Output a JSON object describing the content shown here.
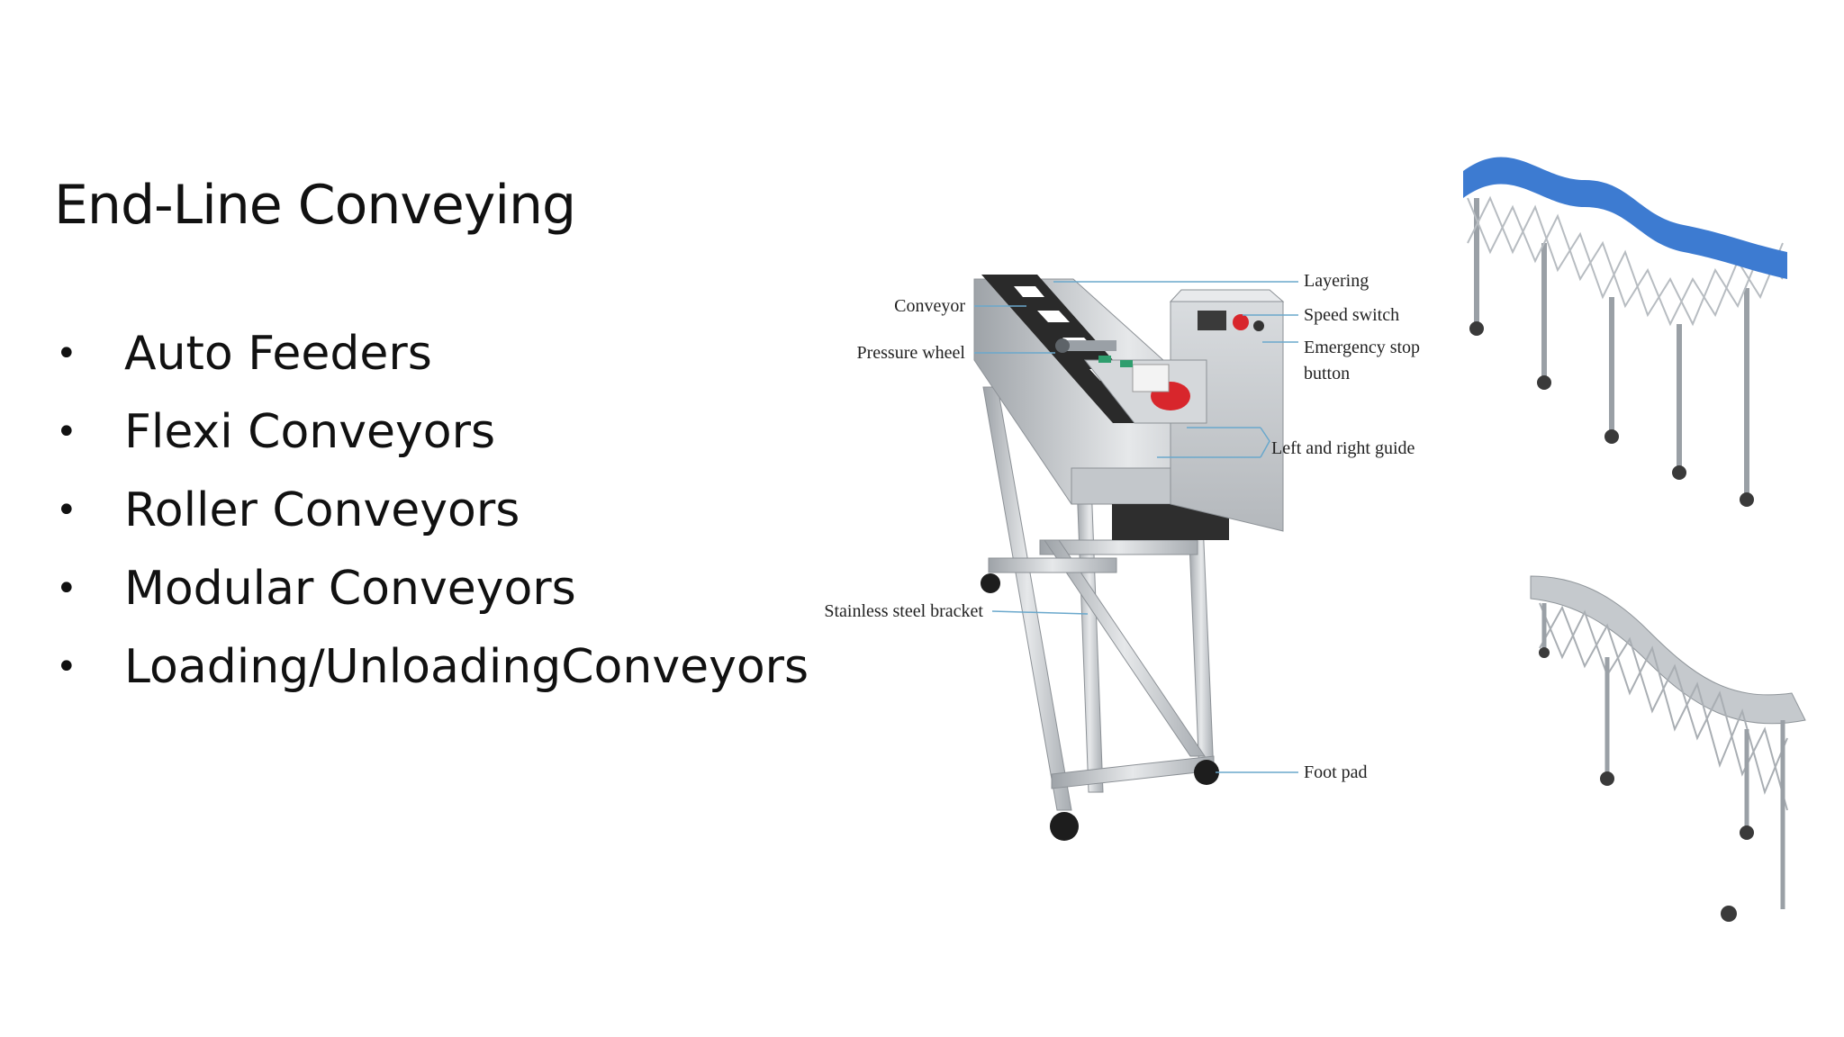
{
  "slide": {
    "title": "End-Line Conveying",
    "bullets": [
      "Auto Feeders",
      "Flexi Conveyors",
      "Roller Conveyors",
      "Modular Conveyors",
      "Loading/UnloadingConveyors"
    ]
  },
  "feeder_diagram": {
    "labels": {
      "conveyor": "Conveyor",
      "pressure_wheel": "Pressure wheel",
      "stainless_bracket": "Stainless steel bracket",
      "layering": "Layering",
      "speed_switch": "Speed switch",
      "emergency_stop_line1": "Emergency stop",
      "emergency_stop_line2": "button",
      "left_right_guide": "Left and right guide",
      "foot_pad": "Foot pad"
    }
  },
  "colors": {
    "leader_line": "#6aa8cc",
    "steel": "#c9ccd0",
    "roller_blue": "#3d7bd1",
    "belt_dark": "#2a2a2a",
    "emergency_red": "#d8262c"
  }
}
